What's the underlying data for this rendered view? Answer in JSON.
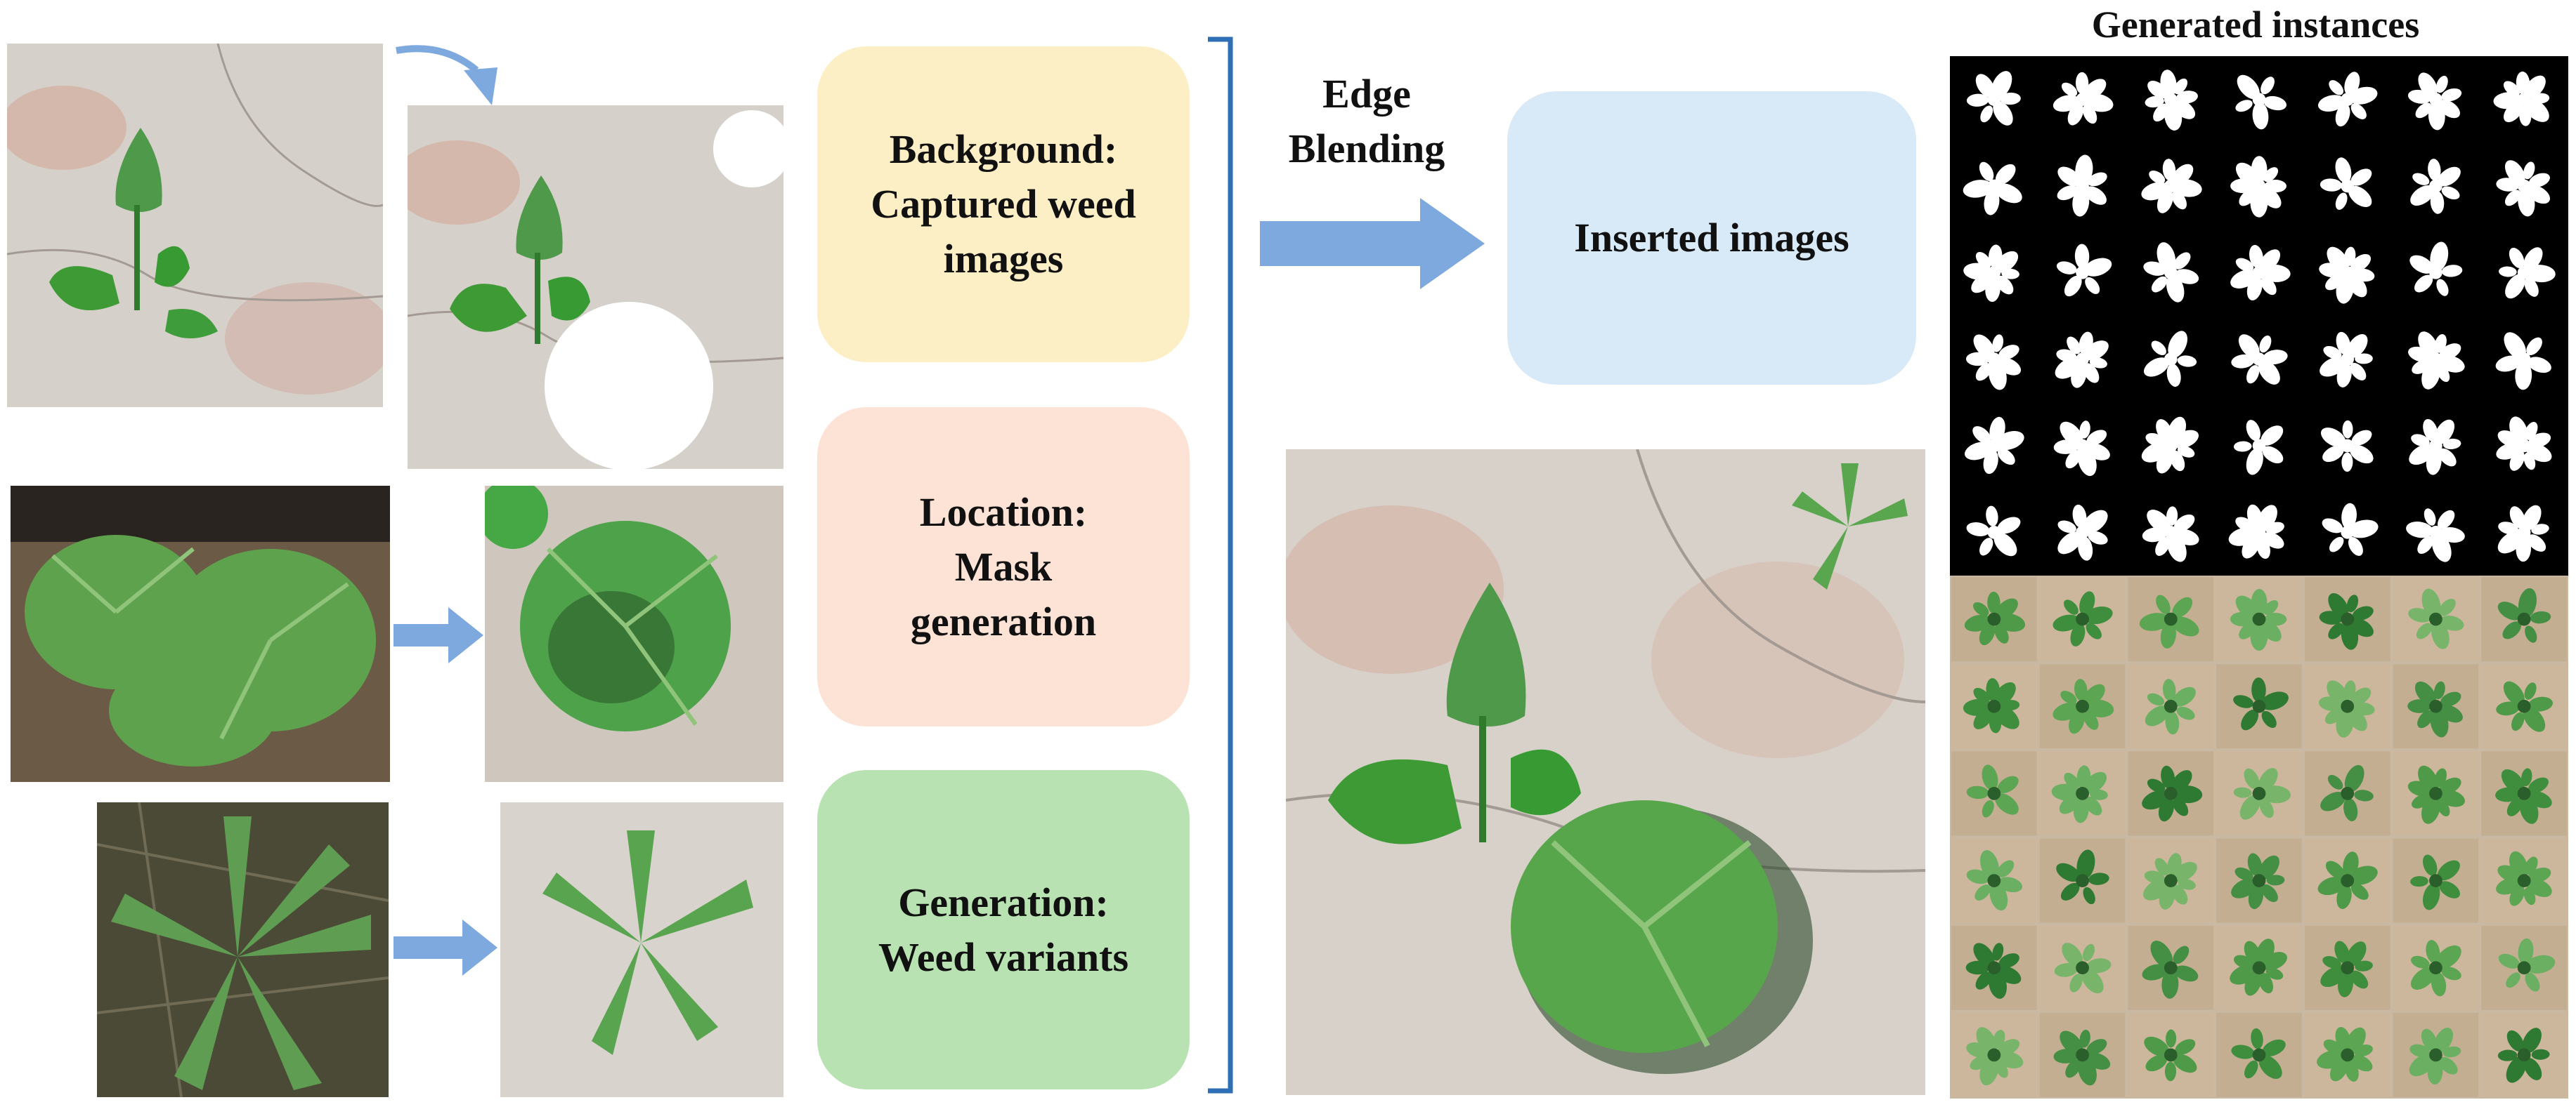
{
  "boxes": {
    "background": {
      "line1": "Background:",
      "line2": "Captured weed",
      "line3": "images",
      "color": "#fdefc5"
    },
    "location": {
      "line1": "Location:",
      "line2": "Mask",
      "line3": "generation",
      "color": "#fde2d6"
    },
    "generation": {
      "line1": "Generation:",
      "line2": "Weed variants",
      "color": "#b9e2b2"
    },
    "inserted": {
      "text": "Inserted images",
      "color": "#d8e9f7"
    }
  },
  "edge_blending": {
    "line1": "Edge",
    "line2": "Blending"
  },
  "generated_title": "Generated instances",
  "colors": {
    "arrow": "#7ea9df",
    "bracket": "#2f6fb5",
    "mask_bg": "#000000",
    "soil": "#d9d3cc"
  },
  "grids": {
    "mask_rows": 6,
    "mask_cols": 7,
    "photo_rows": 6,
    "photo_cols": 7
  }
}
